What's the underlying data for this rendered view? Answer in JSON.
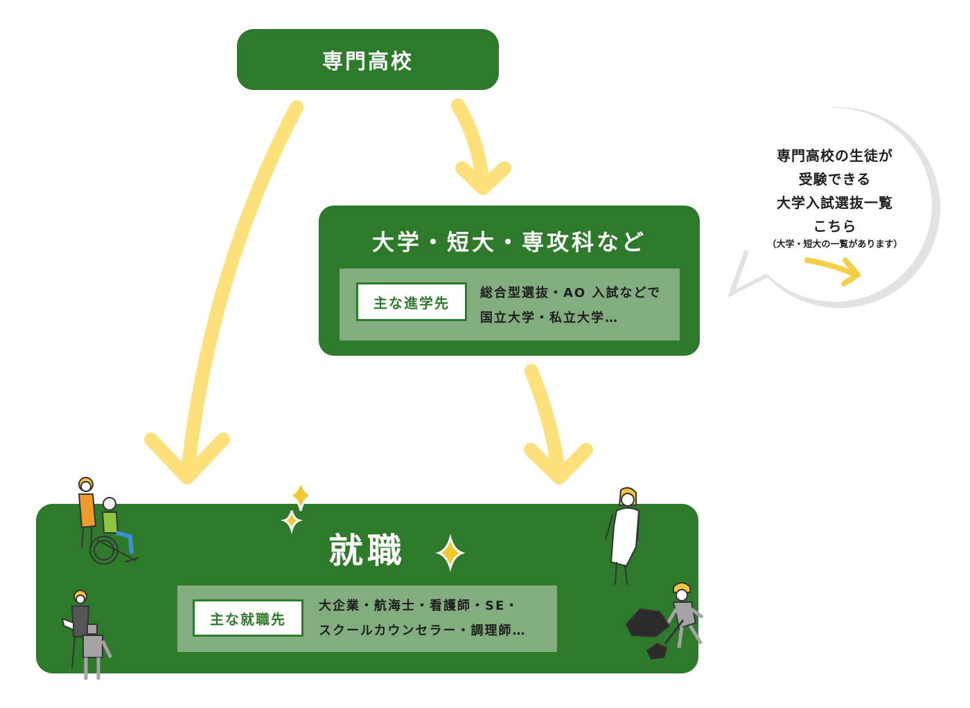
{
  "school": {
    "title": "専門高校"
  },
  "university": {
    "title": "大学・短大・専攻科など",
    "tag": "主な進学先",
    "line1": "総合型選抜・AO 入試などで",
    "line2": "国立大学・私立大学…"
  },
  "employment": {
    "title": "就職",
    "tag": "主な就職先",
    "line1": "大企業・航海士・看護師・SE・",
    "line2": "スクールカウンセラー・調理師…"
  },
  "bubble": {
    "line1": "専門高校の生徒が",
    "line2": "受験できる",
    "line3": "大学入試選抜一覧",
    "line4": "こちら",
    "note": "（大学・短大の一覧があります）"
  },
  "colors": {
    "box_green": "#2e7a2b",
    "panel_green": "#82ad7e",
    "arrow_yellow": "#fde07a",
    "sparkle_yellow": "#f2c832",
    "bubble_shadow": "#e2e2e2",
    "bubble_arrow": "#f5cf45"
  }
}
